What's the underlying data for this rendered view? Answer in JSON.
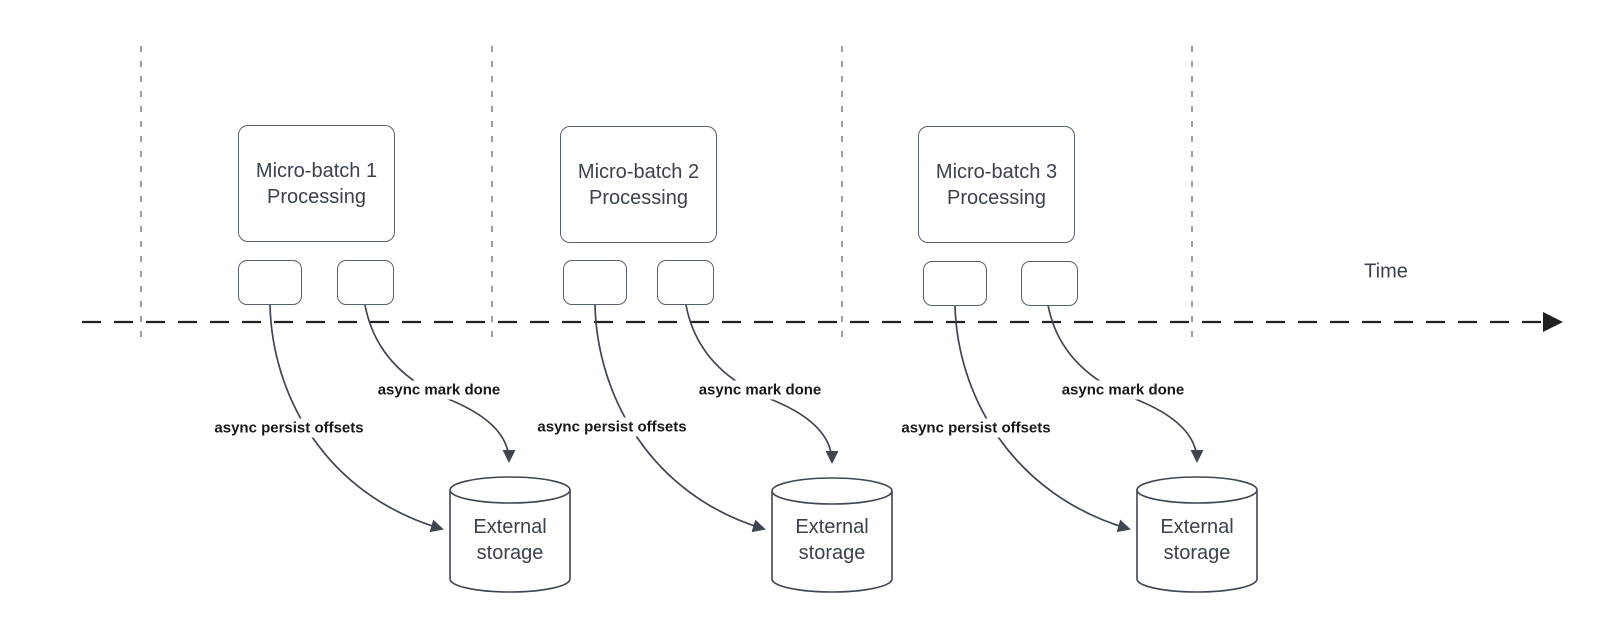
{
  "colors": {
    "stroke": "#3e4652",
    "box-border": "#57606e",
    "box-text": "#3a424d",
    "label-text": "#15191e",
    "timeline": "#212121",
    "gridline": "#9e9e9e",
    "background": "#ffffff"
  },
  "timeline": {
    "label": "Time"
  },
  "batches": [
    {
      "box_line1": "Micro-batch 1",
      "box_line2": "Processing",
      "persist_label": "async persist offsets",
      "done_label": "async mark done",
      "storage_line1": "External",
      "storage_line2": "storage"
    },
    {
      "box_line1": "Micro-batch 2",
      "box_line2": "Processing",
      "persist_label": "async persist offsets",
      "done_label": "async mark done",
      "storage_line1": "External",
      "storage_line2": "storage"
    },
    {
      "box_line1": "Micro-batch 3",
      "box_line2": "Processing",
      "persist_label": "async persist offsets",
      "done_label": "async mark done",
      "storage_line1": "External",
      "storage_line2": "storage"
    }
  ]
}
